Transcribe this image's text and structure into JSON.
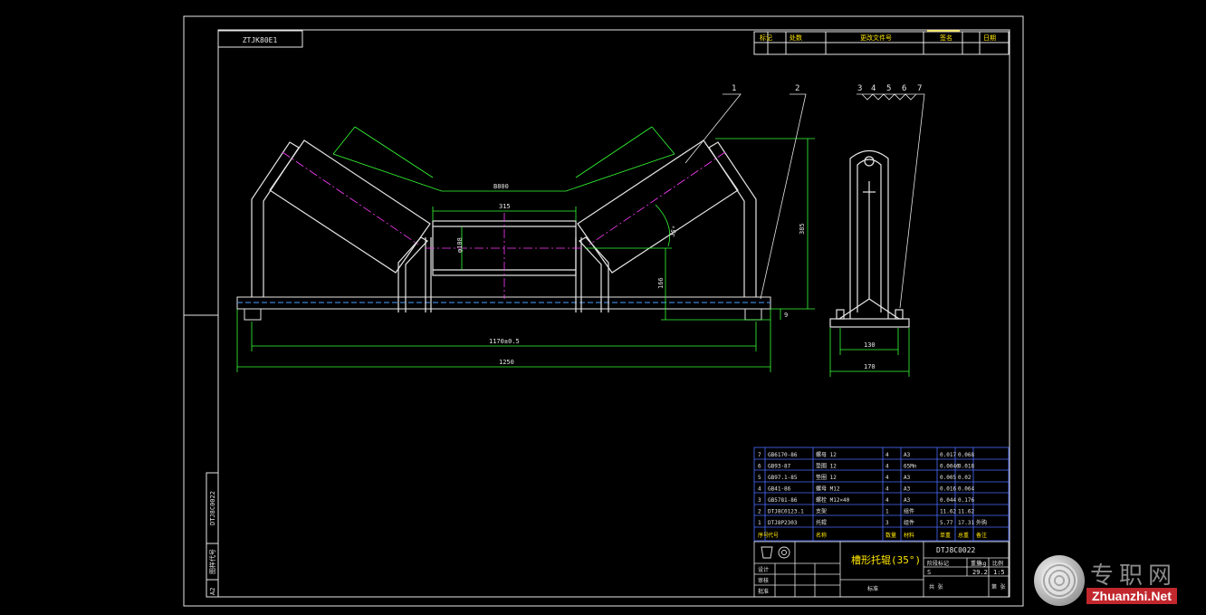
{
  "drawing": {
    "corner_code": "ZTJK80E1",
    "side_code": "DTJ8C0022",
    "side_label": "图样代号",
    "sheet_size": "A2"
  },
  "header_table": {
    "cells": [
      "标记",
      "处数",
      "更改文件号",
      "签名",
      "日期"
    ]
  },
  "balloons": [
    "1",
    "2",
    "3",
    "4",
    "5",
    "6",
    "7"
  ],
  "dimensions": {
    "belt_width": "B800",
    "roller_length": "315",
    "roller_diameter": "φ108",
    "angle": "35°",
    "height_total": "385",
    "height_center": "166",
    "base_span": "1170±0.5",
    "total_length": "1250",
    "side_inner": "130",
    "side_outer": "170",
    "small_dim": "9"
  },
  "parts_list": [
    {
      "no": "7",
      "code": "GB6170-86",
      "name": "螺母 12",
      "qty": "4",
      "mat": "A3",
      "w1": "0.017",
      "w2": "0.068"
    },
    {
      "no": "6",
      "code": "GB93-87",
      "name": "垫圈 12",
      "qty": "4",
      "mat": "65Mn",
      "w1": "0.0046",
      "w2": "0.018"
    },
    {
      "no": "5",
      "code": "GB97.1-85",
      "name": "垫圈 12",
      "qty": "4",
      "mat": "A3",
      "w1": "0.005",
      "w2": "0.02"
    },
    {
      "no": "4",
      "code": "GB41-86",
      "name": "螺母 M12",
      "qty": "4",
      "mat": "A3",
      "w1": "0.016",
      "w2": "0.064"
    },
    {
      "no": "3",
      "code": "GB5781-86",
      "name": "螺栓 M12×40",
      "qty": "4",
      "mat": "A3",
      "w1": "0.044",
      "w2": "0.176"
    },
    {
      "no": "2",
      "code": "DTJ8C0123.1",
      "name": "支架",
      "qty": "1",
      "mat": "组件",
      "w1": "11.62",
      "w2": "11.62"
    },
    {
      "no": "1",
      "code": "DTJ8P2303",
      "name": "托辊",
      "qty": "3",
      "mat": "组件",
      "w1": "5.77",
      "w2": "17.31",
      "note": "外购"
    }
  ],
  "parts_header": [
    "序号",
    "代号",
    "名称",
    "数量",
    "材料",
    "单重",
    "总重",
    "备注"
  ],
  "title_block": {
    "title": "槽形托辊(35°)",
    "drawing_no": "DTJ8C0022",
    "stage_header": [
      "阶段标记",
      "重量",
      "比例"
    ],
    "stage": "S",
    "weight_unit": "kg",
    "weight": "29.2",
    "scale": "1:5",
    "company": "标准",
    "design": "设计",
    "check": "审核",
    "approve": "批准",
    "sheet": "共 张",
    "page": "第 张"
  },
  "watermark": {
    "cn": "专职网",
    "en": "Zhuanzhi.Net"
  }
}
